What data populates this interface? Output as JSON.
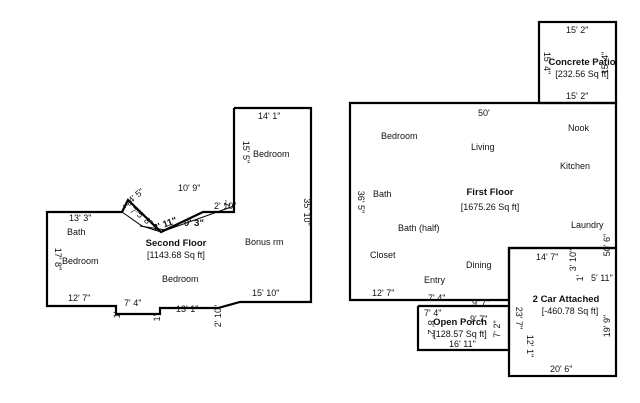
{
  "second_floor": {
    "title": "Second Floor",
    "area": "[1143.68 Sq ft]",
    "rooms": {
      "bath": "Bath",
      "bedroom_left": "Bedroom",
      "bedroom_bottom": "Bedroom",
      "bedroom_top": "Bedroom",
      "bonus": "Bonus rm"
    },
    "dims": {
      "top_right": "14' 1\"",
      "right_vert": "35' 10\"",
      "upper_vert": "15' 5\"",
      "mid_h": "10' 9\"",
      "left_top": "13' 3\"",
      "left_vert": "17' 8\"",
      "bottom_left": "12' 7\"",
      "bottom_a": "7' 4\"",
      "bottom_b": "13' 1\"",
      "bottom_right": "15' 10\"",
      "bottom_vert": "2' 10\"",
      "step_a": "4' 5\"",
      "step_b": "2' 10\"",
      "step_c": "2' 7\"",
      "step_d": "5' 8\"",
      "step_e": "2' 11\"",
      "step_f": "9' 3\"",
      "step_g": "1'",
      "tick_a": "1'",
      "tick_b": "1'"
    }
  },
  "first_floor": {
    "title": "First Floor",
    "area": "[1675.26 Sq ft]",
    "rooms": {
      "bedroom": "Bedroom",
      "living": "Living",
      "nook": "Nook",
      "kitchen": "Kitchen",
      "bath": "Bath",
      "bath_half": "Bath (half)",
      "laundry": "Laundry",
      "closet": "Closet",
      "entry": "Entry",
      "dining": "Dining"
    },
    "dims": {
      "top": "50'",
      "left_vert": "36' 5\"",
      "right_vert": "50' 6\"",
      "bottom_left": "12' 7\"",
      "bottom_a": "7' 4\"",
      "bottom_b": "9' 7\"",
      "notch_h": "14' 7\"",
      "notch_v": "3' 10\"",
      "notch_b": "5' 11\"",
      "tick": "1'"
    }
  },
  "concrete_patio": {
    "title": "Concrete Patio",
    "area": "[232.56 Sq ft]",
    "dims": {
      "top": "15' 2\"",
      "bottom": "15' 2\"",
      "right": "15' 4\"",
      "left": "15' 4\""
    }
  },
  "open_porch": {
    "title": "Open Porch",
    "area": "[128.57 Sq ft]",
    "dims": {
      "top_a": "7' 4\"",
      "top_b": "9' 7\"",
      "bottom": "16' 11\"",
      "left": "8' 2\"",
      "right": "7' 2\""
    }
  },
  "garage": {
    "title": "2 Car Attached",
    "area": "[-460.78 Sq ft]",
    "dims": {
      "bottom": "20' 6\"",
      "left": "23' 7\"",
      "left_b": "12' 1\"",
      "right": "19' 9\""
    }
  }
}
